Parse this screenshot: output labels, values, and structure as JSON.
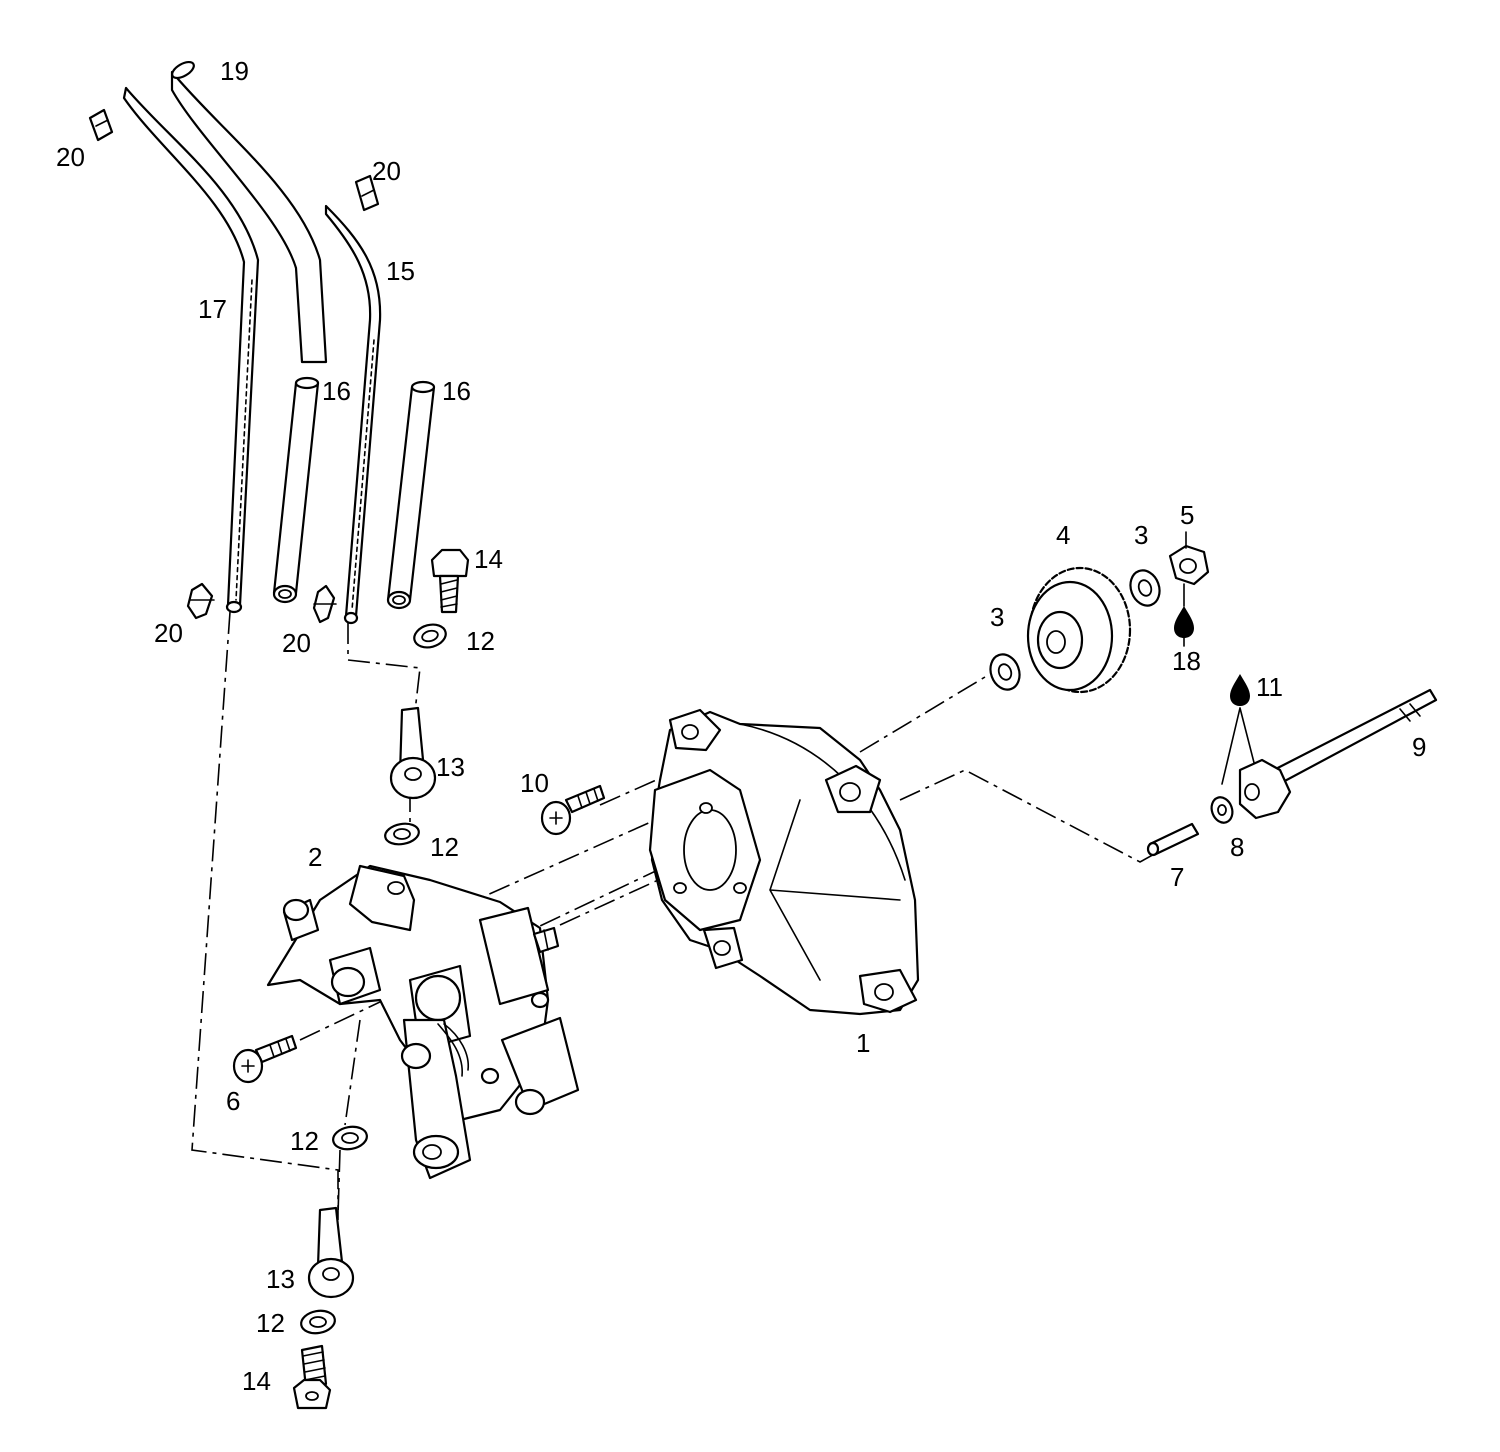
{
  "diagram": {
    "callouts": [
      {
        "id": "1",
        "label": "1"
      },
      {
        "id": "2",
        "label": "2"
      },
      {
        "id": "3a",
        "label": "3"
      },
      {
        "id": "3b",
        "label": "3"
      },
      {
        "id": "4",
        "label": "4"
      },
      {
        "id": "5",
        "label": "5"
      },
      {
        "id": "6",
        "label": "6"
      },
      {
        "id": "7",
        "label": "7"
      },
      {
        "id": "8",
        "label": "8"
      },
      {
        "id": "9",
        "label": "9"
      },
      {
        "id": "10",
        "label": "10"
      },
      {
        "id": "11",
        "label": "11"
      },
      {
        "id": "12a",
        "label": "12"
      },
      {
        "id": "12b",
        "label": "12"
      },
      {
        "id": "12c",
        "label": "12"
      },
      {
        "id": "12d",
        "label": "12"
      },
      {
        "id": "13a",
        "label": "13"
      },
      {
        "id": "13b",
        "label": "13"
      },
      {
        "id": "14a",
        "label": "14"
      },
      {
        "id": "14b",
        "label": "14"
      },
      {
        "id": "15",
        "label": "15"
      },
      {
        "id": "16a",
        "label": "16"
      },
      {
        "id": "16b",
        "label": "16"
      },
      {
        "id": "17",
        "label": "17"
      },
      {
        "id": "18",
        "label": "18"
      },
      {
        "id": "19",
        "label": "19"
      },
      {
        "id": "20a",
        "label": "20"
      },
      {
        "id": "20b",
        "label": "20"
      },
      {
        "id": "20c",
        "label": "20"
      },
      {
        "id": "20d",
        "label": "20"
      }
    ],
    "lubricant_icon": "oil-drop-icon"
  }
}
